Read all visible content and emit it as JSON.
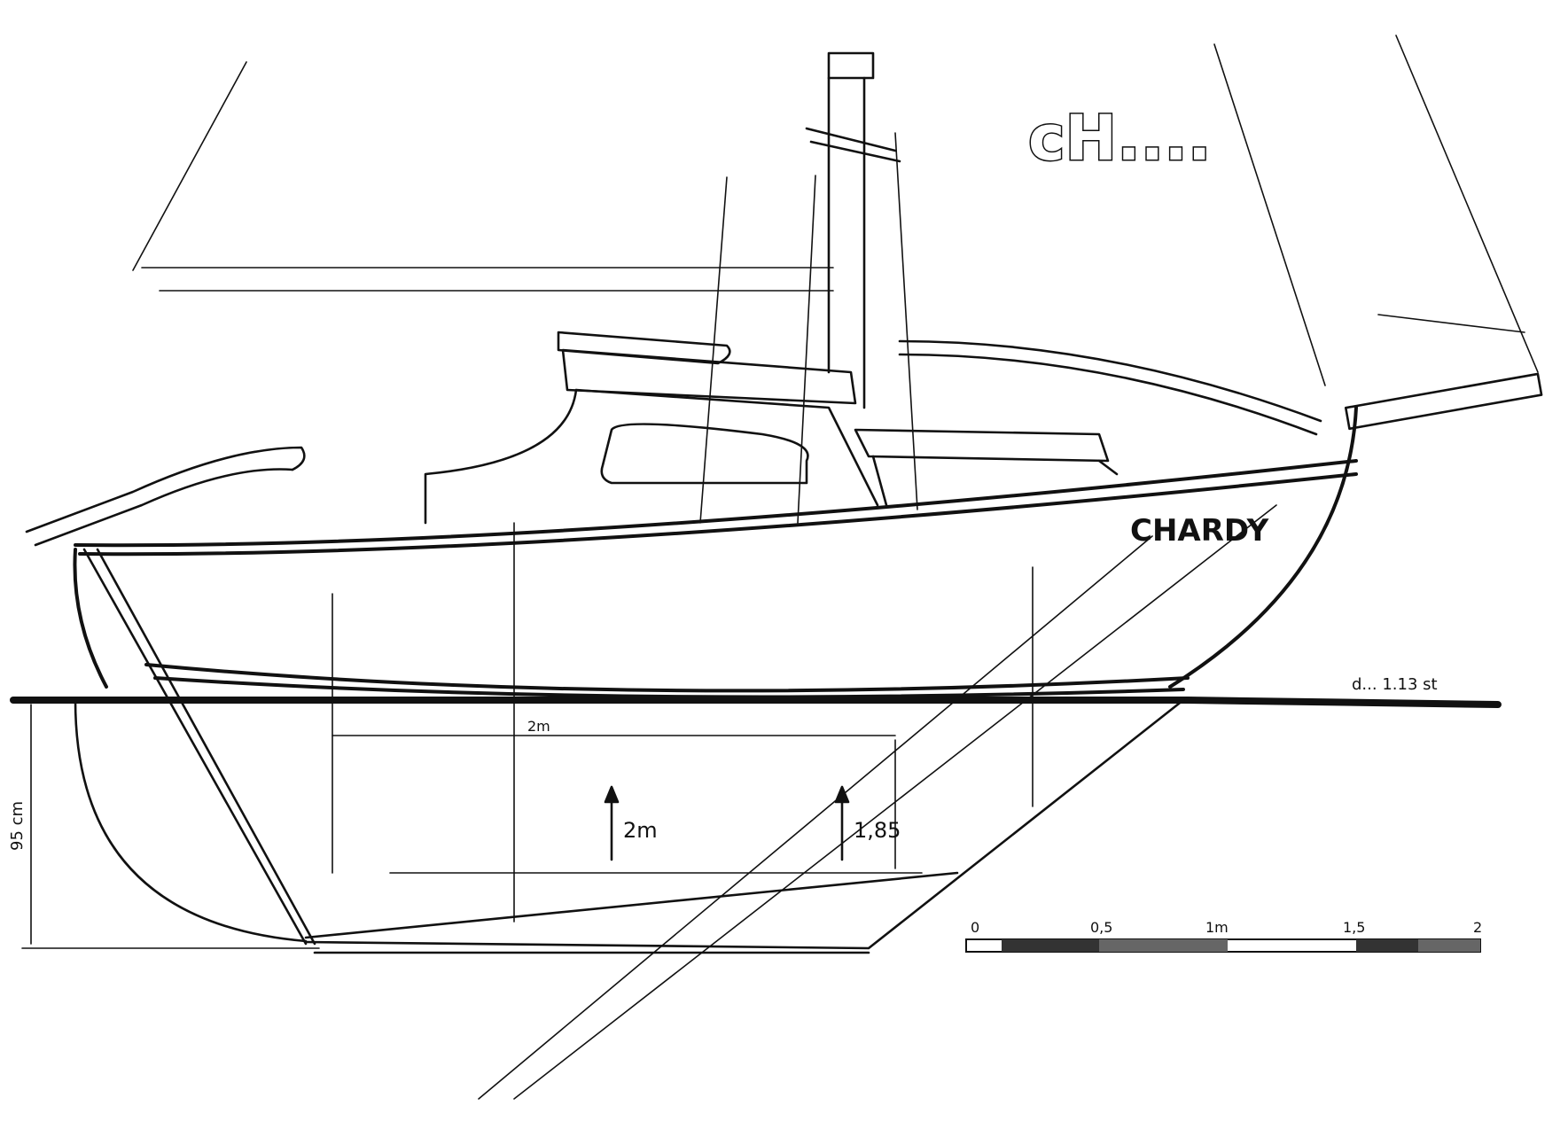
{
  "title": "cH....",
  "boat_name": "CHARDY",
  "dimensions": {
    "draft_label": "95 cm",
    "length_label": "2m",
    "headroom_1": "2m",
    "headroom_2": "1,85"
  },
  "waterline_note": "d... 1.13 st",
  "scale_bar": {
    "ticks": [
      "0",
      "0,5",
      "1m",
      "1,5",
      "2"
    ]
  }
}
